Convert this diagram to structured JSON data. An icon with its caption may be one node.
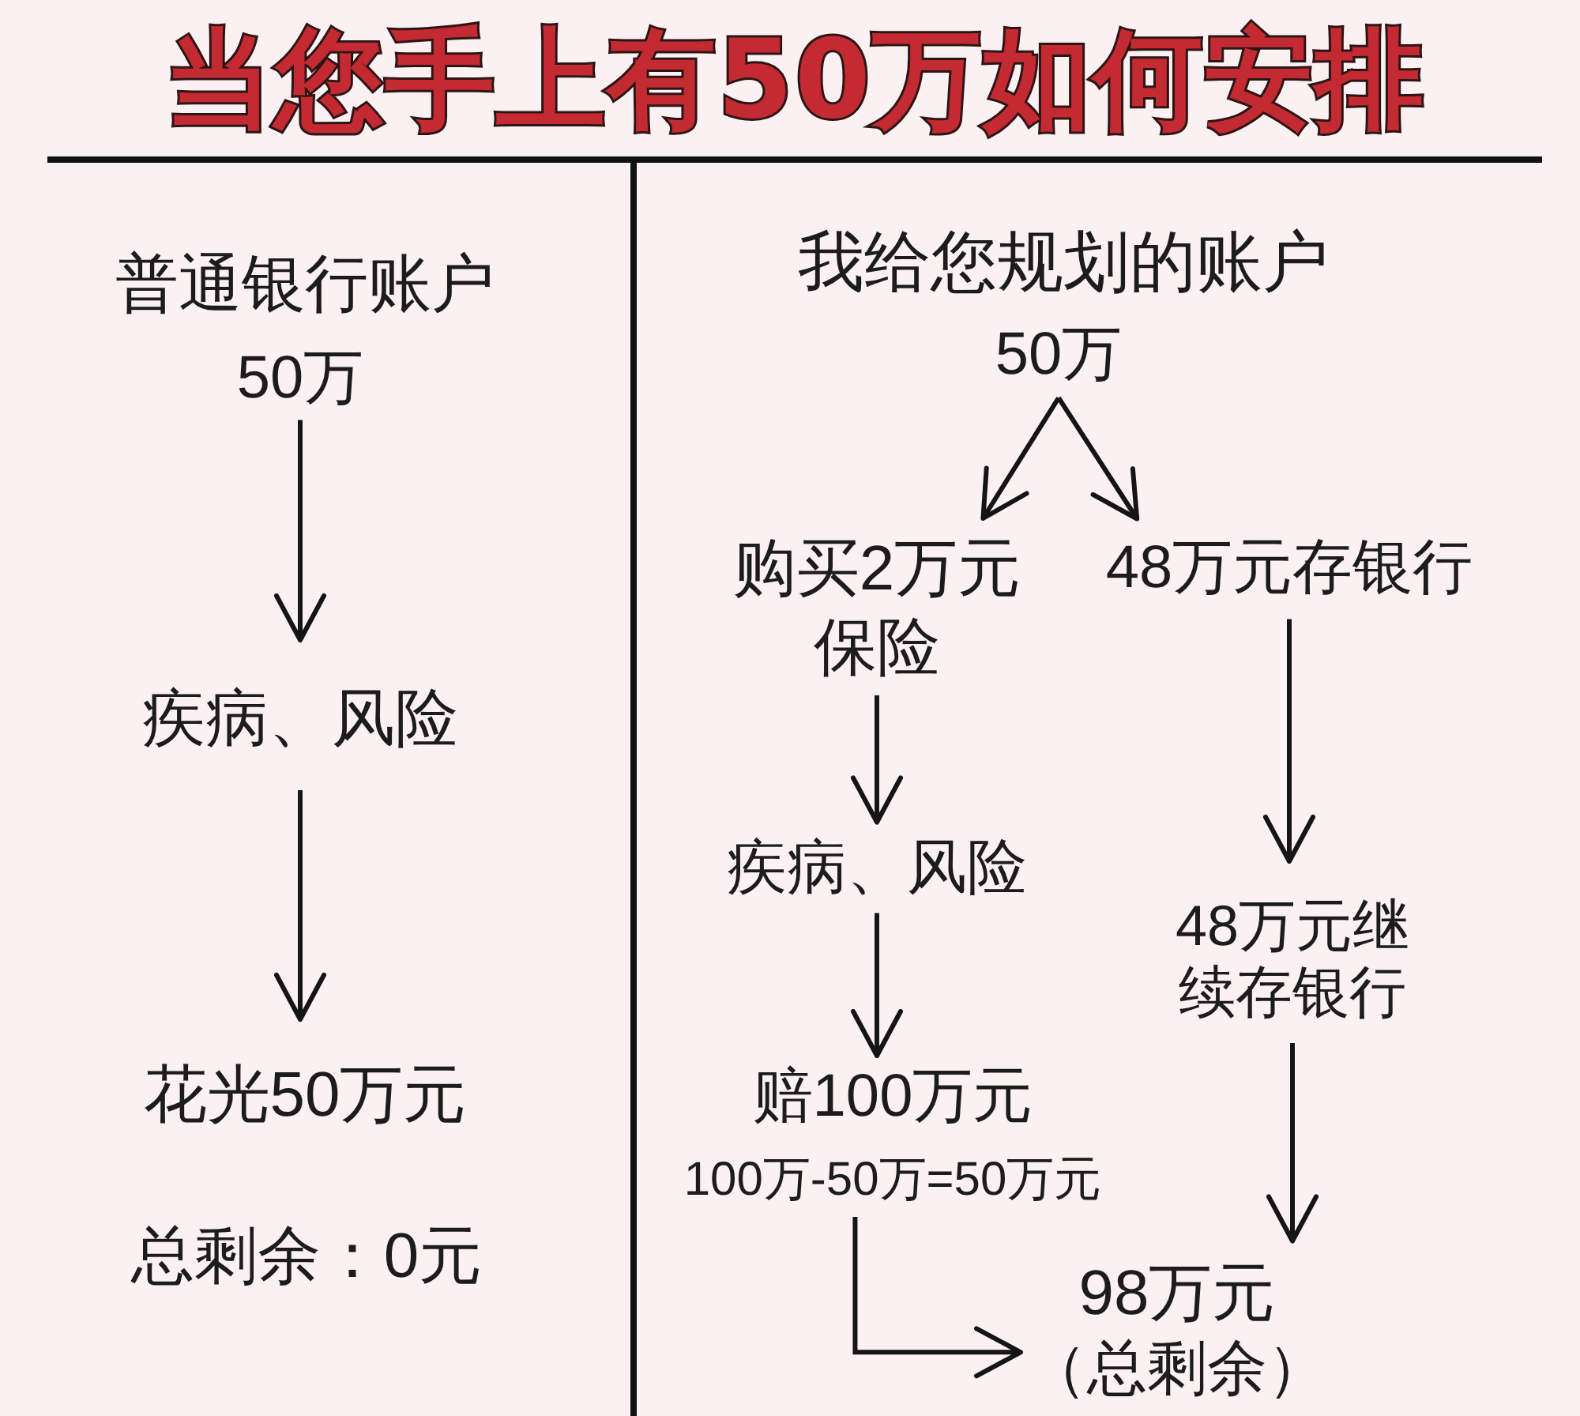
{
  "diagram": {
    "title": "当您手上有50万如何安排",
    "nodes": [
      {
        "text": [
          "50万"
        ]
      },
      {
        "text": [
          "疾病、风险"
        ]
      },
      {
        "text": [
          "花光50万元"
        ]
      },
      {
        "text": [
          "50万"
        ]
      },
      {
        "text": [
          "购买2万元保险"
        ]
      },
      {
        "text": [
          "48万元存银行"
        ]
      },
      {
        "text": [
          "疾病、风险"
        ]
      },
      {
        "text": [
          "赔100万元",
          "100万-50万=50万元"
        ]
      },
      {
        "text": [
          "48万元继续存银行"
        ]
      },
      {
        "text": [
          "98万元",
          "（总剩余）"
        ]
      }
    ],
    "edges": [
      {
        "from": 0,
        "to": 1,
        "arrow": "to"
      },
      {
        "from": 1,
        "to": 2,
        "arrow": "to"
      },
      {
        "from": 3,
        "to": 4,
        "arrow": "to"
      },
      {
        "from": 3,
        "to": 5,
        "arrow": "to"
      },
      {
        "from": 4,
        "to": 6,
        "arrow": "to"
      },
      {
        "from": 6,
        "to": 7,
        "arrow": "to"
      },
      {
        "from": 5,
        "to": 8,
        "arrow": "to"
      },
      {
        "from": 8,
        "to": 9,
        "arrow": "to"
      },
      {
        "from": 7,
        "to": 9,
        "arrow": "to"
      }
    ],
    "labels": [
      "普通银行账户",
      "我给您规划的账户",
      "总剩余：0元"
    ]
  }
}
